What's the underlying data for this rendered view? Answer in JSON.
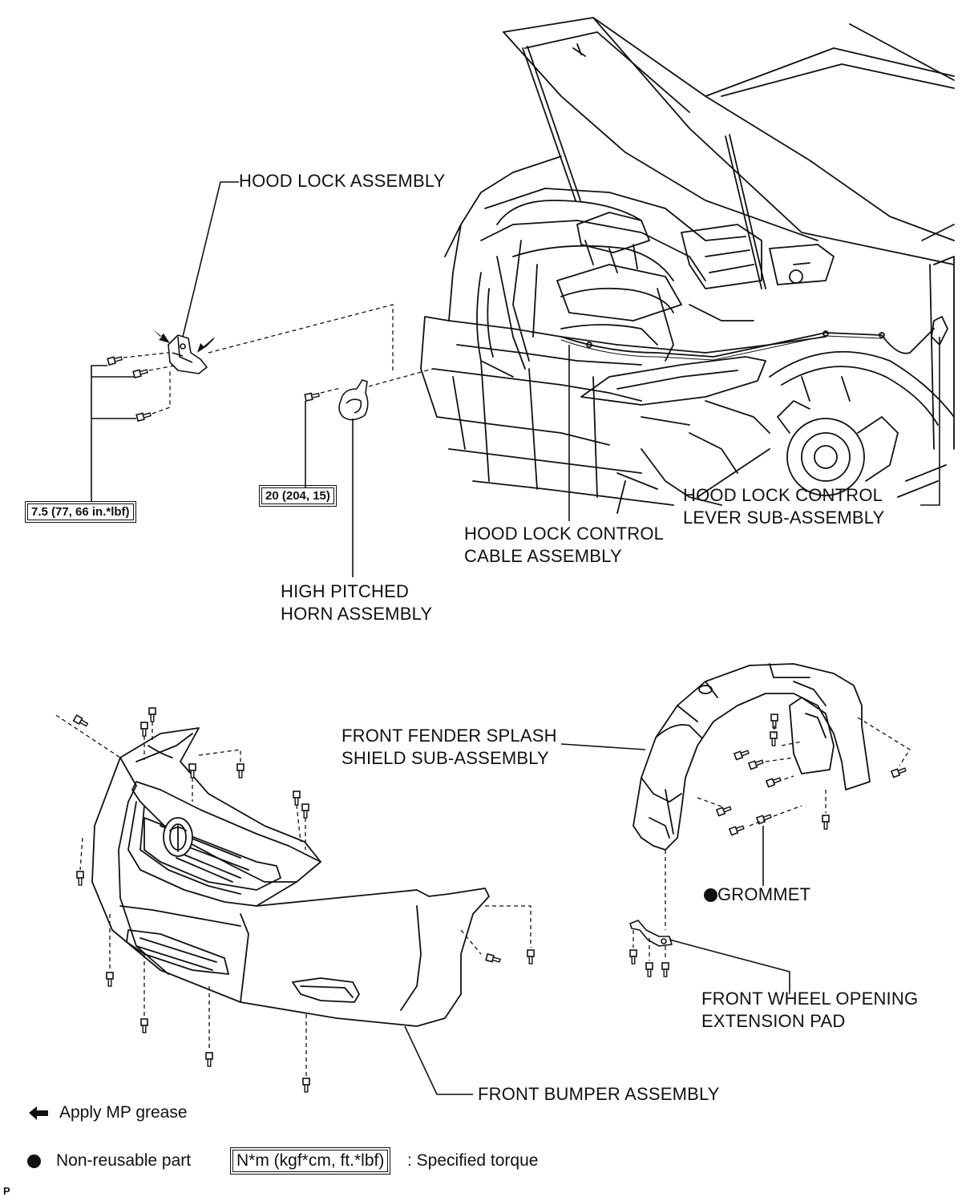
{
  "labels": {
    "hood_lock_assembly": "HOOD LOCK ASSEMBLY",
    "hood_lock_control_lever_1": "HOOD LOCK CONTROL",
    "hood_lock_control_lever_2": "LEVER SUB-ASSEMBLY",
    "hood_lock_control_cable_1": "HOOD LOCK CONTROL",
    "hood_lock_control_cable_2": "CABLE ASSEMBLY",
    "horn_1": "HIGH PITCHED",
    "horn_2": "HORN ASSEMBLY",
    "splash_shield_1": "FRONT FENDER SPLASH",
    "splash_shield_2": "SHIELD SUB-ASSEMBLY",
    "grommet": "GROMMET",
    "extension_pad_1": "FRONT WHEEL OPENING",
    "extension_pad_2": "EXTENSION PAD",
    "front_bumper": "FRONT BUMPER ASSEMBLY"
  },
  "torques": {
    "hood_lock_bolts": "7.5 (77, 66 in.*lbf)",
    "horn_bolt": "20 (204, 15)"
  },
  "legend": {
    "grease": "Apply MP grease",
    "non_reusable": "Non-reusable part",
    "torque_box": "N*m (kgf*cm, ft.*lbf)",
    "torque_desc": ": Specified torque"
  },
  "corner_mark": "P"
}
